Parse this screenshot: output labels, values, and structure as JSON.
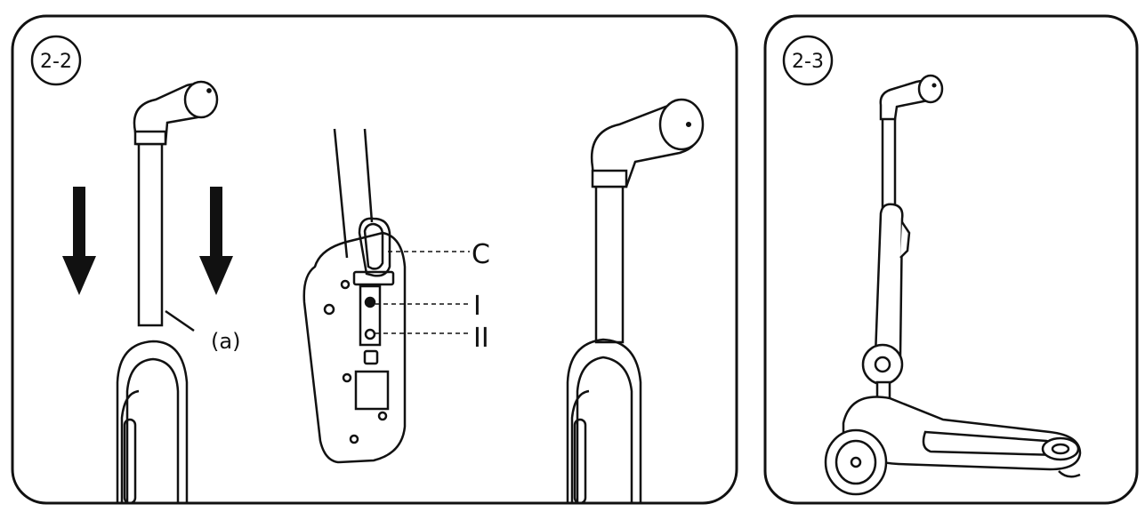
{
  "panels": [
    {
      "id": "left",
      "step_label": "2-2"
    },
    {
      "id": "right",
      "step_label": "2-3"
    }
  ],
  "callouts": {
    "a": "(a)",
    "c": "C",
    "one": "I",
    "two": "II"
  }
}
